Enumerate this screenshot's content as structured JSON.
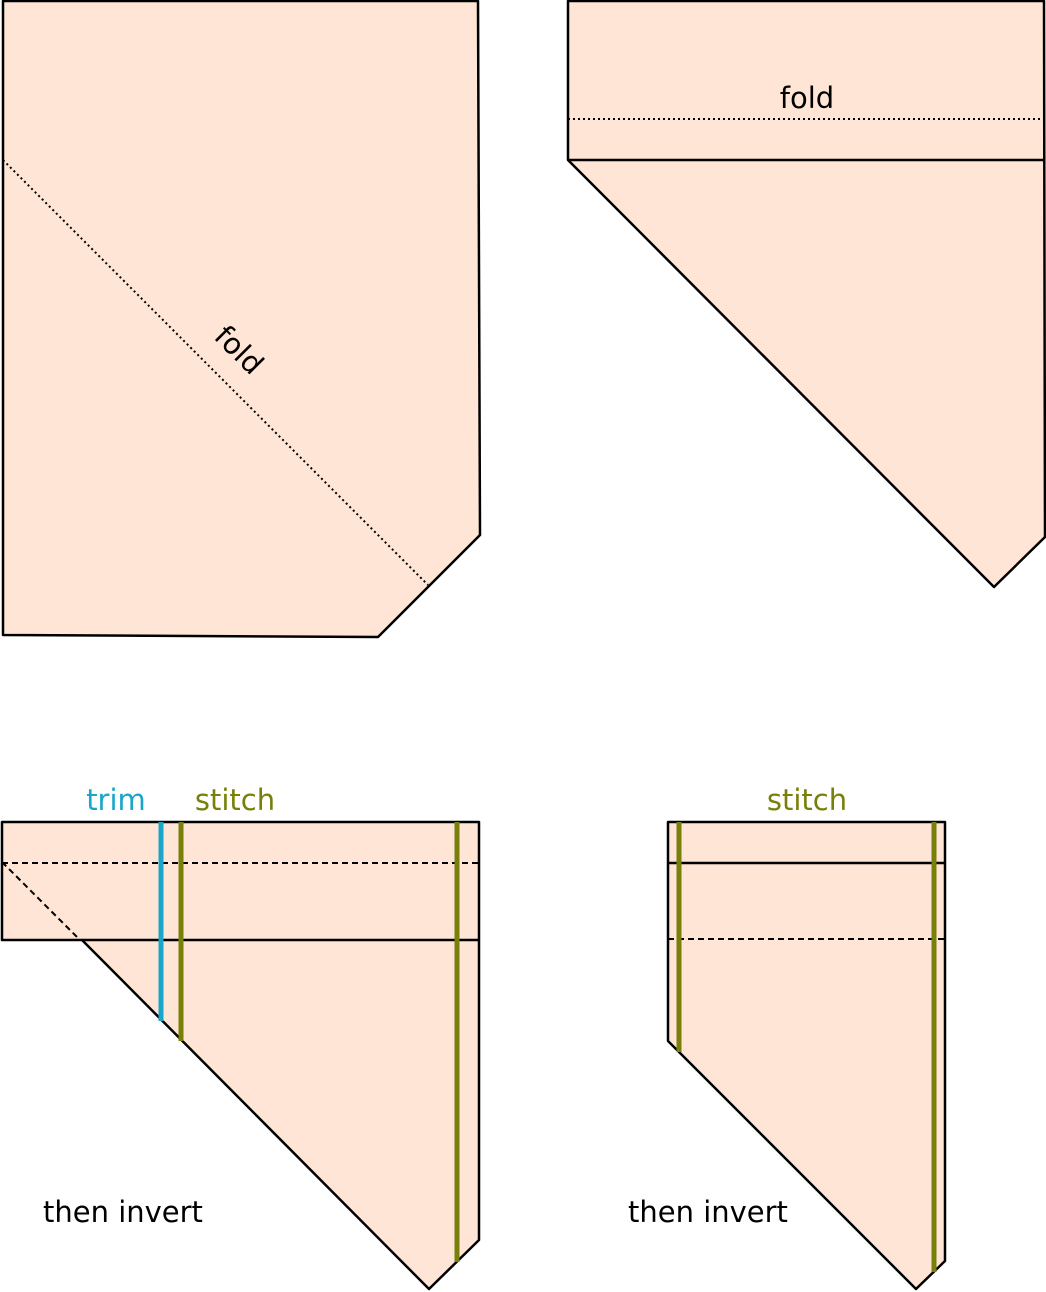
{
  "colors": {
    "fabric": "#fee5d6",
    "outline": "#000000",
    "trim": "#1ba6c9",
    "stitch": "#788009"
  },
  "step1": {
    "fold_label": "fold"
  },
  "step2": {
    "fold_label": "fold"
  },
  "step3": {
    "trim_label": "trim",
    "stitch_label": "stitch",
    "note": "then invert"
  },
  "step4": {
    "stitch_label": "stitch",
    "note": "then invert"
  }
}
